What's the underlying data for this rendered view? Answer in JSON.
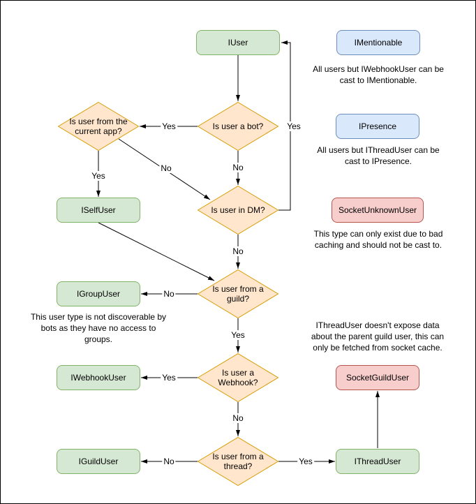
{
  "diagram": {
    "nodes": {
      "iuser": "IUser",
      "imentionable": "IMentionable",
      "ipresence": "IPresence",
      "socket_unknown_user": "SocketUnknownUser",
      "iself_user": "ISelfUser",
      "igroup_user": "IGroupUser",
      "iwebhook_user": "IWebhookUser",
      "socket_guild_user": "SocketGuildUser",
      "iguild_user": "IGuildUser",
      "ithread_user": "IThreadUser"
    },
    "decisions": {
      "is_bot": "Is user a bot?",
      "is_current_app": "Is user from the current app?",
      "is_dm": "Is user in DM?",
      "is_guild": "Is user from a guild?",
      "is_webhook": "Is user a Webhook?",
      "is_thread": "Is user from a thread?"
    },
    "notes": {
      "imentionable": "All users but IWebhookUser can be cast to IMentionable.",
      "ipresence": "All users but IThreadUser can be cast to IPresence.",
      "socket_unknown_user": "This type can only exist due to bad caching and should not be cast to.",
      "igroup_user": "This user type is not discoverable by bots as they have no access to groups.",
      "ithread_user": "IThreadUser doesn't expose data about the parent guild user, this can only be fetched from socket cache."
    },
    "edge_labels": {
      "bot_to_current_app": "Yes",
      "bot_to_dm": "No",
      "current_app_to_self": "Yes",
      "current_app_to_dm": "No",
      "dm_to_iuser": "Yes",
      "dm_to_guild": "No",
      "guild_to_group": "No",
      "guild_to_webhook": "Yes",
      "webhook_to_iwebhook": "Yes",
      "webhook_to_thread": "No",
      "thread_to_iguild": "No",
      "thread_to_ithread": "Yes"
    },
    "colors": {
      "interface_node_fill": "#d5e8d4",
      "interface_node_border": "#82b366",
      "castable_node_fill": "#dae8fc",
      "castable_node_border": "#6c8ebf",
      "socket_node_fill": "#f8cecc",
      "socket_node_border": "#b85450",
      "decision_fill": "#ffe6cc",
      "decision_border": "#d79b00",
      "connector": "#000000",
      "background": "#ffffff"
    }
  }
}
